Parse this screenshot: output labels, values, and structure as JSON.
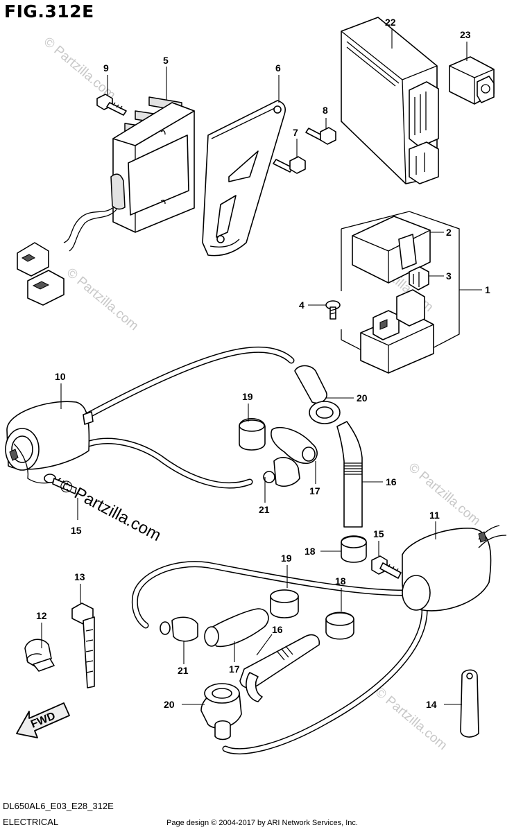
{
  "figure": {
    "title": "FIG.312E"
  },
  "footer": {
    "code": "DL650AL6_E03_E28_312E",
    "section": "ELECTRICAL",
    "credit": "Page design © 2004-2017 by ARI Network Services, Inc."
  },
  "watermark": {
    "text": "© Partzilla.com"
  },
  "arrow": {
    "label": "FWD"
  },
  "callouts": [
    {
      "id": "c1",
      "label": "1"
    },
    {
      "id": "c2",
      "label": "2"
    },
    {
      "id": "c3",
      "label": "3"
    },
    {
      "id": "c4",
      "label": "4"
    },
    {
      "id": "c5",
      "label": "5"
    },
    {
      "id": "c6",
      "label": "6"
    },
    {
      "id": "c7",
      "label": "7"
    },
    {
      "id": "c8",
      "label": "8"
    },
    {
      "id": "c9",
      "label": "9"
    },
    {
      "id": "c10",
      "label": "10"
    },
    {
      "id": "c11",
      "label": "11"
    },
    {
      "id": "c12",
      "label": "12"
    },
    {
      "id": "c13",
      "label": "13"
    },
    {
      "id": "c14",
      "label": "14"
    },
    {
      "id": "c15a",
      "label": "15"
    },
    {
      "id": "c15b",
      "label": "15"
    },
    {
      "id": "c16a",
      "label": "16"
    },
    {
      "id": "c16b",
      "label": "16"
    },
    {
      "id": "c17a",
      "label": "17"
    },
    {
      "id": "c17b",
      "label": "17"
    },
    {
      "id": "c18a",
      "label": "18"
    },
    {
      "id": "c18b",
      "label": "18"
    },
    {
      "id": "c19a",
      "label": "19"
    },
    {
      "id": "c19b",
      "label": "19"
    },
    {
      "id": "c20a",
      "label": "20"
    },
    {
      "id": "c20b",
      "label": "20"
    },
    {
      "id": "c21a",
      "label": "21"
    },
    {
      "id": "c21b",
      "label": "21"
    },
    {
      "id": "c22",
      "label": "22"
    },
    {
      "id": "c23",
      "label": "23"
    }
  ]
}
